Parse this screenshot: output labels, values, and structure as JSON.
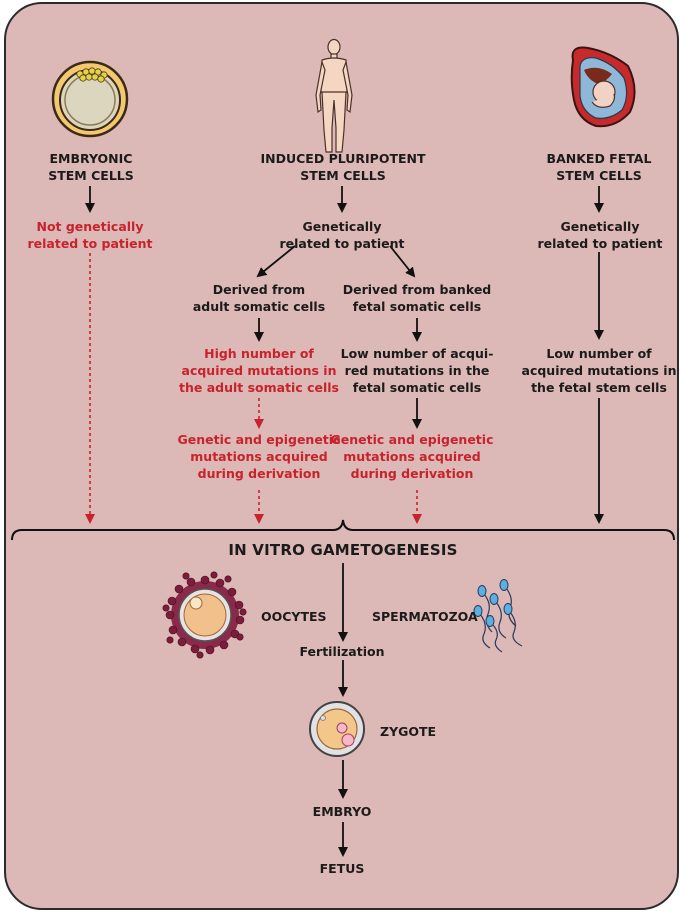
{
  "columns": {
    "esc": {
      "title": [
        "EMBRYONIC",
        "STEM  CELLS"
      ],
      "relation": [
        "Not genetically",
        "related to patient"
      ]
    },
    "ipsc": {
      "title": [
        "INDUCED PLURIPOTENT",
        "STEM CELLS"
      ],
      "relation": [
        "Genetically",
        "related to patient"
      ],
      "branch_adult": {
        "source": [
          "Derived from",
          "adult somatic cells"
        ],
        "mutations": [
          "High number of",
          "acquired mutations in",
          "the adult somatic cells"
        ],
        "derivation": [
          "Genetic and epigenetic",
          "mutations acquired",
          "during derivation"
        ]
      },
      "branch_fetal": {
        "source": [
          "Derived from banked",
          "fetal somatic cells"
        ],
        "mutations": [
          "Low number of acqui-",
          "red mutations in the",
          "fetal somatic cells"
        ],
        "derivation": [
          "Genetic and epigenetic",
          "mutations acquired",
          "during derivation"
        ]
      }
    },
    "fetal": {
      "title": [
        "BANKED FETAL",
        "STEM CELLS"
      ],
      "relation": [
        "Genetically",
        "related to patient"
      ],
      "mutations": [
        "Low number of",
        "acquired mutations in",
        "the fetal stem cells"
      ]
    }
  },
  "gametogenesis": "IN VITRO GAMETOGENESIS",
  "oocytes": "OOCYTES",
  "spermatozoa": "SPERMATOZOA",
  "fertilization": "Fertilization",
  "zygote": "ZYGOTE",
  "embryo": "EMBRYO",
  "fetus": "FETUS",
  "colors": {
    "background": "#dcb8b6",
    "black_text": "#1b1b1b",
    "red_text": "#c8232c",
    "arrow_black": "#111111",
    "arrow_red": "#c8232c"
  }
}
